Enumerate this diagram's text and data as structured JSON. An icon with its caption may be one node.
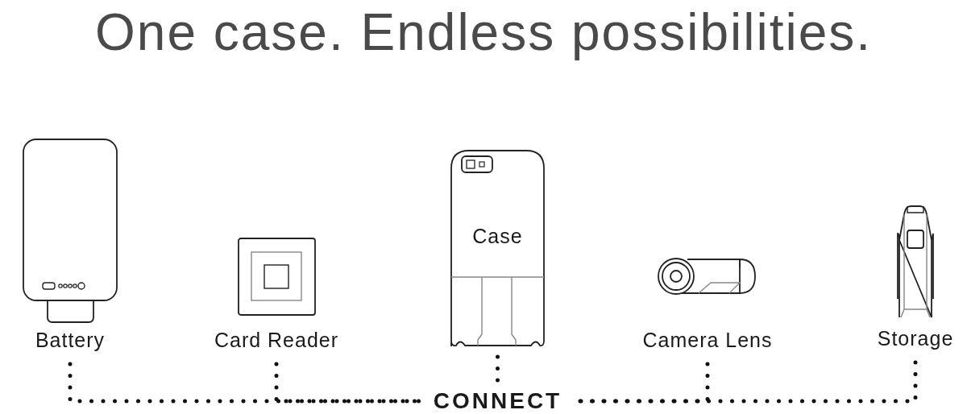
{
  "diagram": {
    "title": "One case. Endless possibilities.",
    "nodes": [
      {
        "text": [
          "Battery"
        ]
      },
      {
        "text": [
          "Card Reader"
        ]
      },
      {
        "text": [
          "Case"
        ]
      },
      {
        "text": [
          "Camera Lens"
        ]
      },
      {
        "text": [
          "Storage"
        ]
      },
      {
        "text": [
          "CONNECT"
        ]
      }
    ],
    "edges": [
      {
        "from": 0,
        "to": 5,
        "arrow": "none"
      },
      {
        "from": 1,
        "to": 5,
        "arrow": "none"
      },
      {
        "from": 2,
        "to": 5,
        "arrow": "none"
      },
      {
        "from": 3,
        "to": 5,
        "arrow": "none"
      },
      {
        "from": 4,
        "to": 5,
        "arrow": "none"
      }
    ]
  }
}
